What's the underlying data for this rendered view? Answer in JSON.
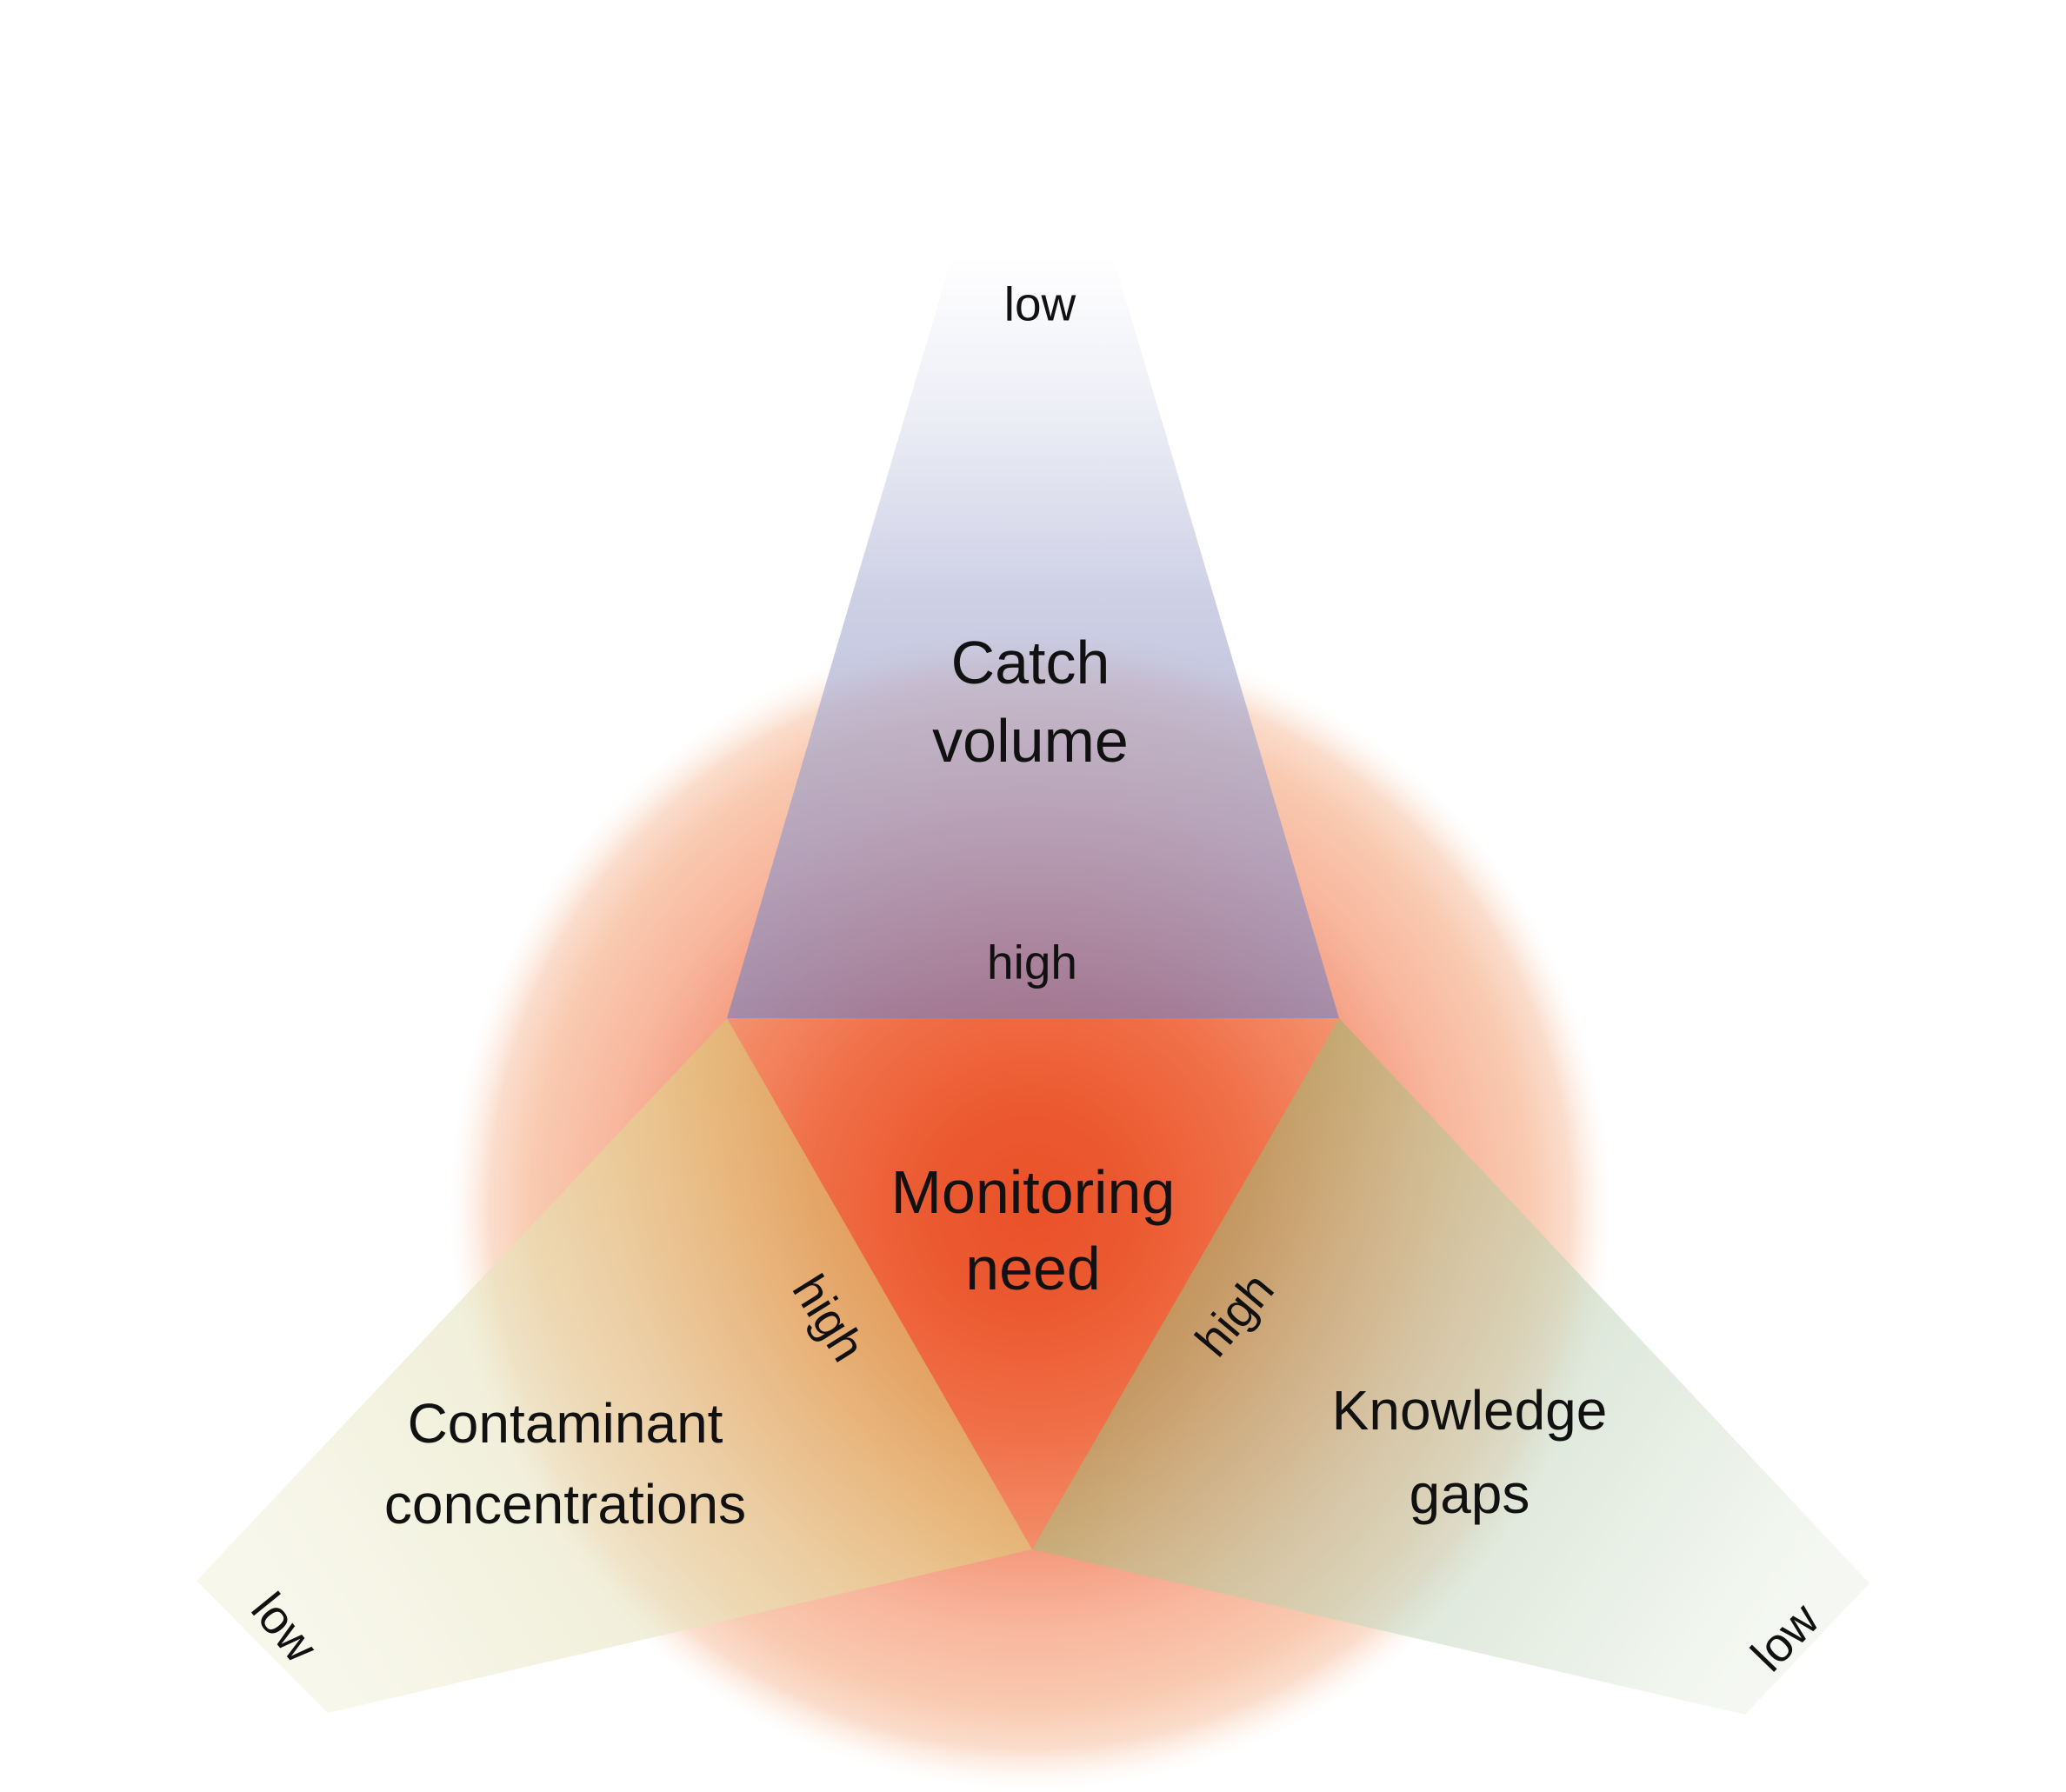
{
  "figure": {
    "center": {
      "line1": "Monitoring",
      "line2": "need"
    },
    "wedges": [
      {
        "id": "catch-volume",
        "line1": "Catch",
        "line2": "volume",
        "low": "low",
        "high": "high"
      },
      {
        "id": "contaminant-concentrations",
        "line1": "Contaminant",
        "line2": "concentrations",
        "low": "low",
        "high": "high"
      },
      {
        "id": "knowledge-gaps",
        "line1": "Knowledge",
        "line2": "gaps",
        "low": "low",
        "high": "high"
      }
    ],
    "colors": {
      "background": "#ffffff",
      "text": "#111111",
      "glow_center_red": "#e74421",
      "catch_volume_wedge": "#7d81ba",
      "contaminant_wedge": "#d9b45c",
      "knowledge_wedge": "#a3a356",
      "center_triangle": "#f2703d"
    }
  }
}
